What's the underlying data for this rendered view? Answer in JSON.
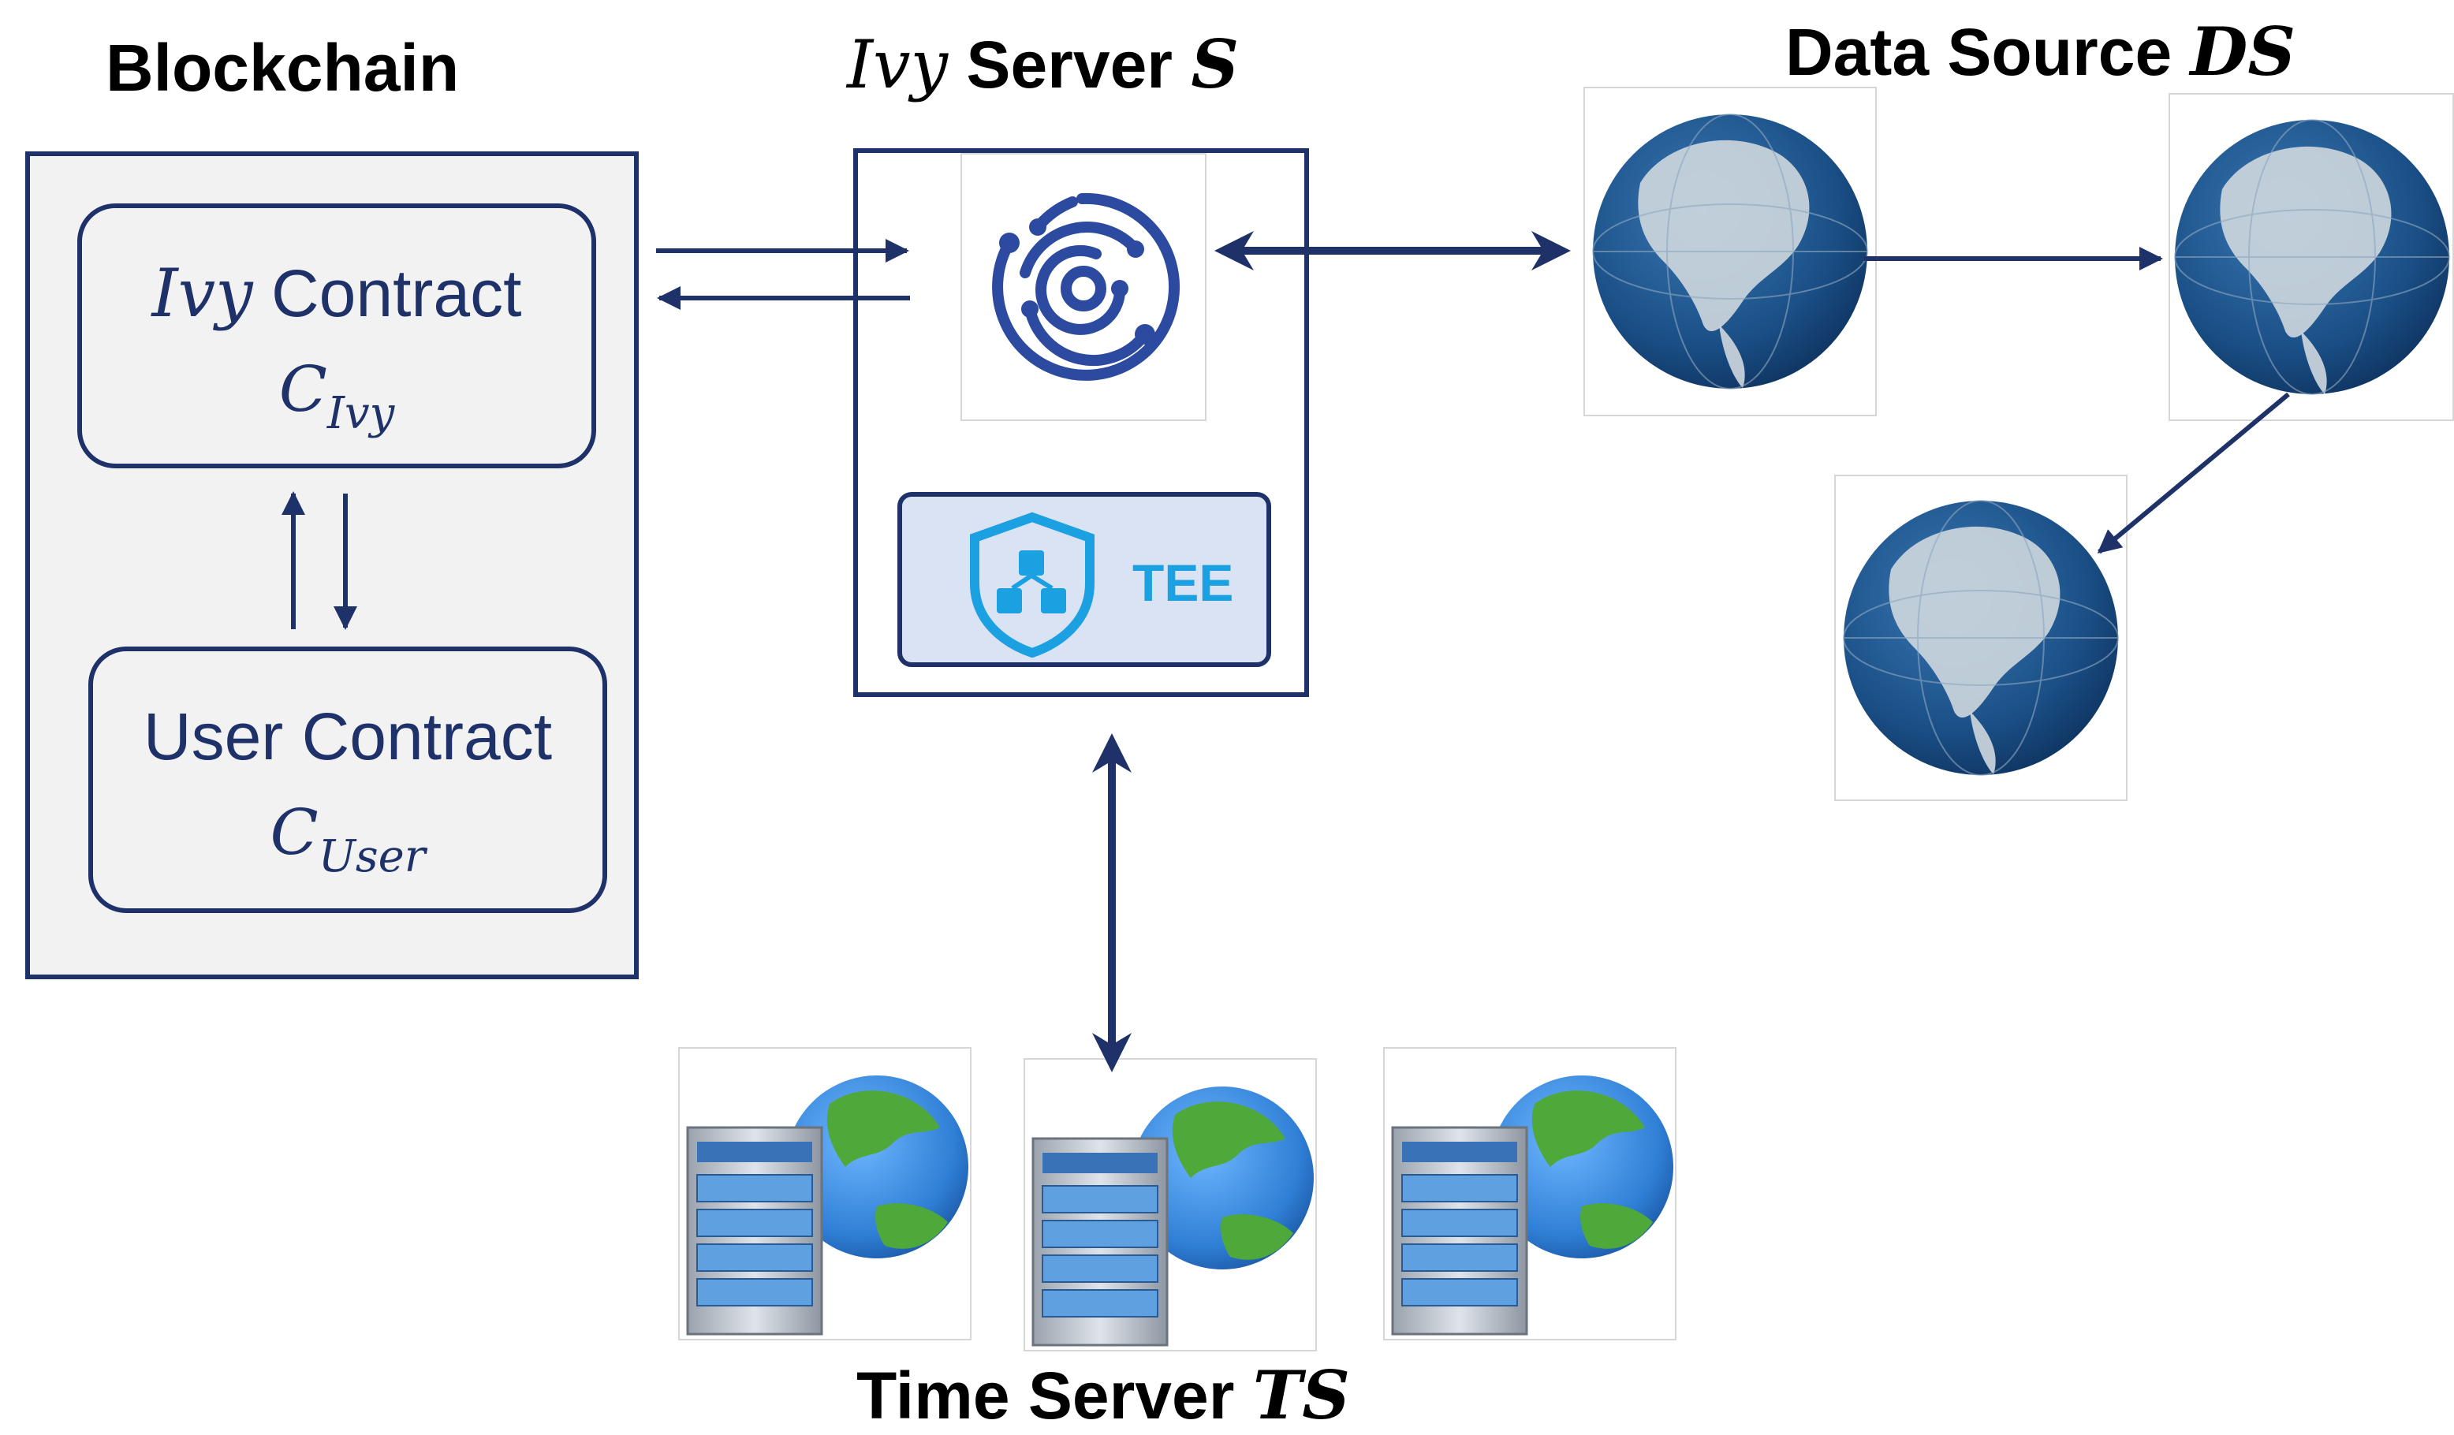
{
  "labels": {
    "blockchain": "Blockchain",
    "ivy_server_prefix": "Ivy",
    "ivy_server_text": " Server ",
    "ivy_server_symbol": "S",
    "data_source_text": "Data Source ",
    "data_source_symbol": "DS",
    "time_server_text": "Time Server ",
    "time_server_symbol": "TS"
  },
  "contracts": {
    "ivy": {
      "name_prefix": "Ivy",
      "name_suffix": " Contract",
      "symbol": "C",
      "subscript": "Ivy"
    },
    "user": {
      "name": "User Contract",
      "symbol": "C",
      "subscript": "User"
    }
  },
  "tee": {
    "label": "TEE"
  },
  "colors": {
    "navy": "#1f3169",
    "panel": "#f2f2f2",
    "tee_fill": "#dae3f3",
    "tee_accent": "#1ba1e2",
    "globe_ocean": "#1a4f86",
    "globe_land": "#cfd8df",
    "earth_ocean": "#2f7fd6",
    "earth_land": "#4fa83a"
  },
  "icons": [
    "ivy-logo-icon",
    "tee-shield-icon",
    "globe-icon",
    "server-globe-icon"
  ]
}
